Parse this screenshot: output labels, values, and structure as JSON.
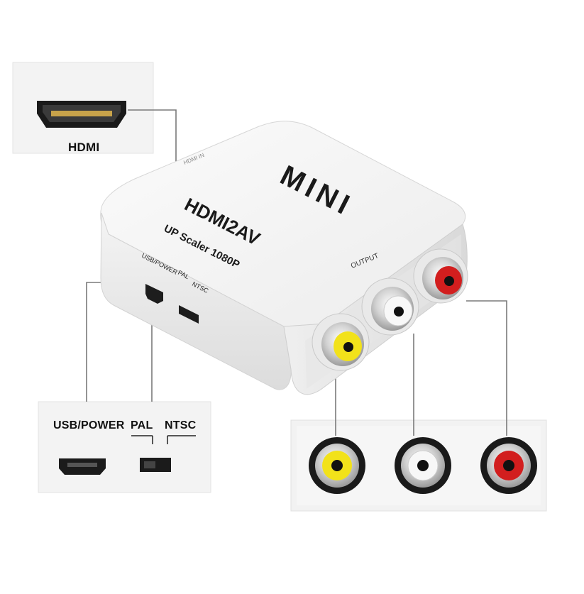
{
  "product": {
    "brand_label": "MINI",
    "model_label": "HDMI2AV",
    "subtitle_label": "UP Scaler 1080P",
    "output_label": "OUTPUT",
    "top_small_label": "HDMI IN"
  },
  "callouts": {
    "hdmi_label": "HDMI",
    "usb_power_label": "USB/POWER",
    "pal_label": "PAL",
    "ntsc_label": "NTSC"
  },
  "device_side": {
    "usb_power_label": "USB/POWER",
    "pal_label": "PAL",
    "ntsc_label": "NTSC"
  },
  "colors": {
    "background": "#ffffff",
    "device_body": "#f2f2f2",
    "rca_yellow": "#f2e21a",
    "rca_white": "#f7f7f7",
    "rca_red": "#d21e1e",
    "callout_line": "#7a7a7a"
  }
}
